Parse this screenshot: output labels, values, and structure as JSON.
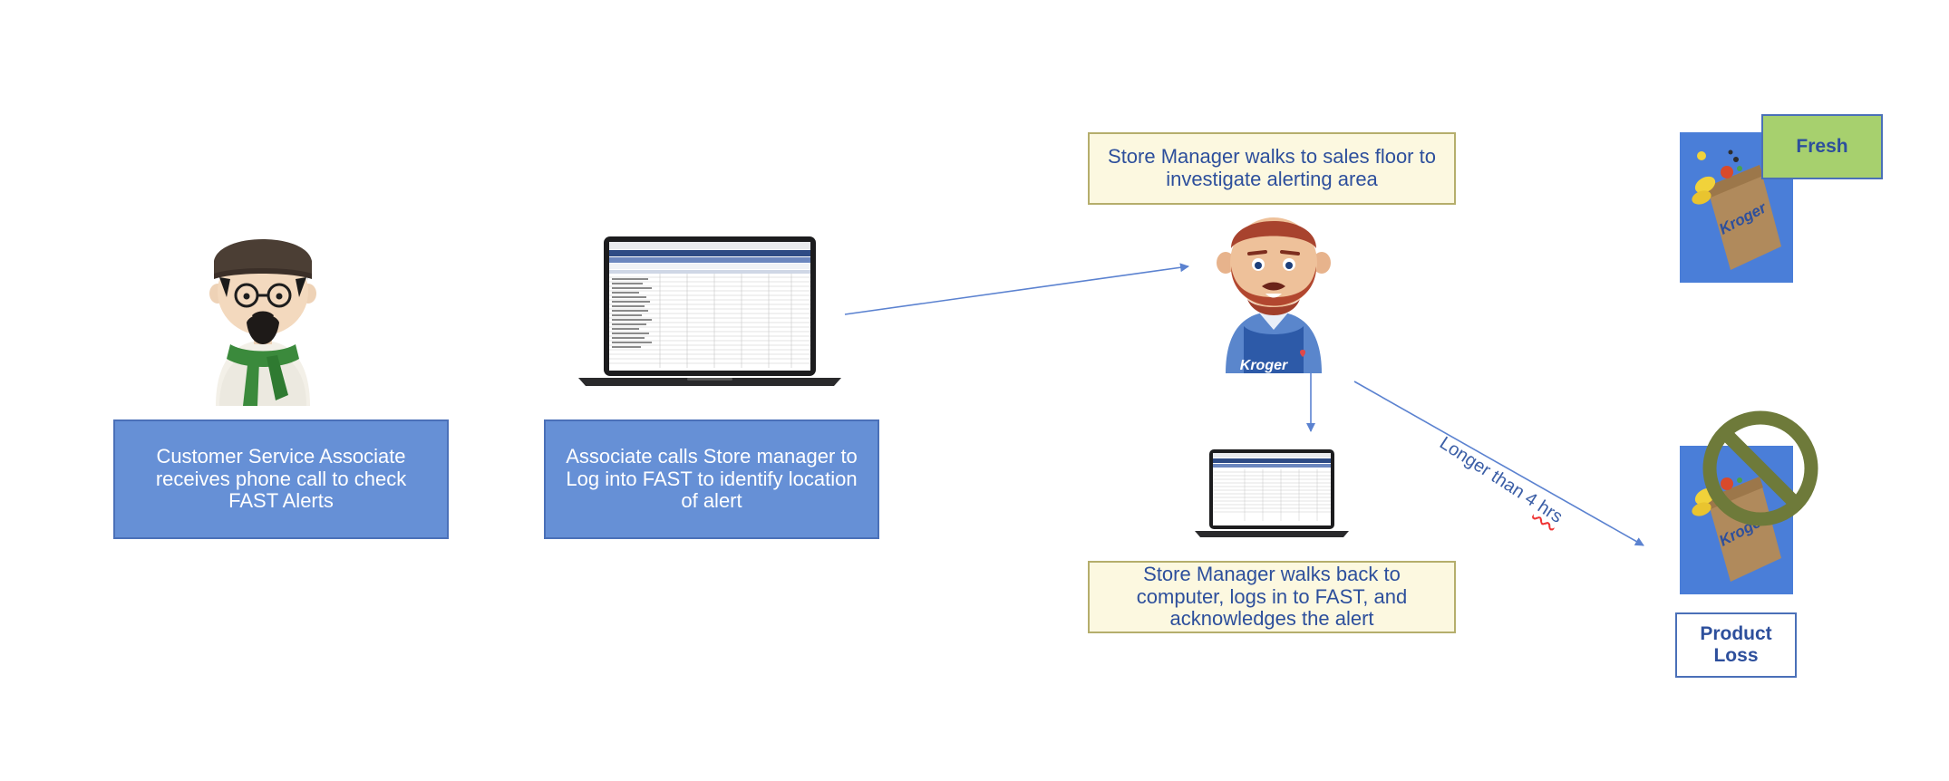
{
  "steps": {
    "associate_text": "Customer Service Associate receives phone call to check FAST Alerts",
    "calls_text": "Associate calls Store manager to Log into FAST to identify location of alert",
    "walks_text": "Store Manager walks to sales floor to investigate alerting area",
    "back_text": "Store Manager walks back to computer, logs in to FAST, and acknowledges the alert"
  },
  "outcomes": {
    "fresh_label": "Fresh",
    "loss_label": "Product Loss"
  },
  "arrow_label": {
    "prefix": "Longer than 4 ",
    "suffix": "hrs"
  },
  "logos": {
    "brand": "Kroger"
  },
  "colors": {
    "blue_box": "#6690d6",
    "cream_box": "#fcf8e0",
    "fresh_green": "#a7d06e",
    "arrow": "#5b82d0",
    "prohibit": "#6e7a3a"
  }
}
